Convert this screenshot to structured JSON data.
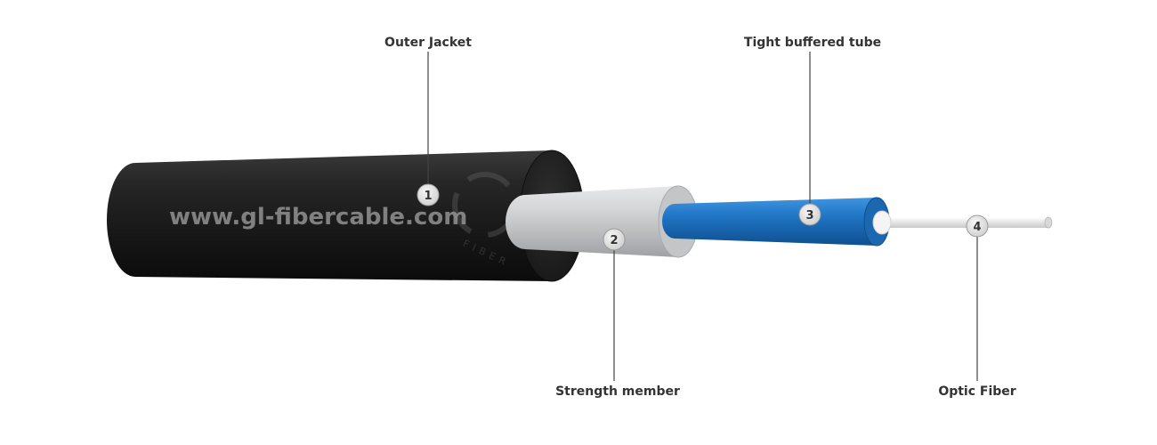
{
  "watermark": "www.gl-fibercable.com",
  "logo_text": "FIBER",
  "components": [
    {
      "number": "1",
      "label": "Outer Jacket"
    },
    {
      "number": "2",
      "label": "Strength member"
    },
    {
      "number": "3",
      "label": "Tight buffered tube"
    },
    {
      "number": "4",
      "label": "Optic Fiber"
    }
  ],
  "colors": {
    "jacket": "#1e1e1e",
    "strength_member": "#c7c9cc",
    "tight_buffer": "#1f74c4",
    "fiber": "#eeeeee",
    "leader_line": "#444444",
    "badge": "#e4e4e4"
  }
}
